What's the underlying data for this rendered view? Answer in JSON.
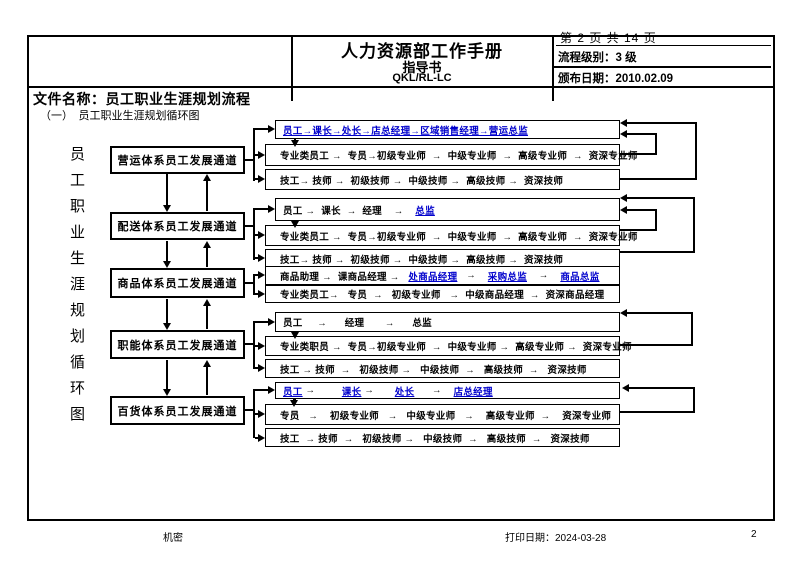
{
  "header": {
    "title": "人力资源部工作手册",
    "subtitle": "指导书",
    "doc_code": "QKL/RL-LC",
    "page_info": "第 2 页 共 14 页",
    "process_level": "流程级别：3 级",
    "issue_date": "颁布日期：2010.02.09"
  },
  "document": {
    "file_name": "文件名称：员工职业生涯规划流程",
    "section_heading": "（一）　员工职业生涯规划循环图"
  },
  "vertical_title": [
    "员",
    "工",
    "职",
    "业",
    "生",
    "涯",
    "规",
    "划",
    "循",
    "环",
    "图"
  ],
  "link_color": "#0000cc",
  "groups": [
    {
      "channel": "营运体系员工发展通道",
      "rows": [
        {
          "segments": [
            {
              "text": "员工→课长→处长→店总经理→区域销售经理→营运总监",
              "link": true
            }
          ]
        },
        {
          "segments": [
            {
              "text": "专业类员工 →  专员→初级专业师  →  中级专业师  →  高级专业师  →  资深专业师",
              "link": false
            }
          ]
        },
        {
          "segments": [
            {
              "text": "技工→ 技师 →  初级技师 →  中级技师 →  高级技师 →  资深技师",
              "link": false
            }
          ]
        }
      ]
    },
    {
      "channel": "配送体系员工发展通道",
      "rows": [
        {
          "segments": [
            {
              "text": "员工 →  课长  →  经理    →    ",
              "link": false
            },
            {
              "text": "总监",
              "link": true
            }
          ]
        },
        {
          "segments": [
            {
              "text": "专业类员工 →  专员→初级专业师  →  中级专业师  →  高级专业师  →  资深专业师",
              "link": false
            }
          ]
        },
        {
          "segments": [
            {
              "text": "技工→ 技师 →  初级技师 →  中级技师 →  高级技师 →  资深技师",
              "link": false
            }
          ]
        }
      ]
    },
    {
      "channel": "商品体系员工发展通道",
      "rows": [
        {
          "segments": [
            {
              "text": "商品助理 →  课商品经理 →   ",
              "link": false
            },
            {
              "text": "处商品经理",
              "link": true
            },
            {
              "text": "   →    ",
              "link": false
            },
            {
              "text": "采购总监",
              "link": true
            },
            {
              "text": "    →    ",
              "link": false
            },
            {
              "text": "商品总监",
              "link": true
            }
          ]
        },
        {
          "segments": [
            {
              "text": "专业类员工→   专员  →   初级专业师   →  中级商品经理  →  资深商品经理",
              "link": false
            }
          ]
        }
      ]
    },
    {
      "channel": "职能体系员工发展通道",
      "rows": [
        {
          "segments": [
            {
              "text": "员工     →      经理       →      总监",
              "link": false
            }
          ]
        },
        {
          "segments": [
            {
              "text": "专业类职员 →  专员→初级专业师  →  中级专业师 →  高级专业师 →  资深专业师",
              "link": false
            }
          ]
        },
        {
          "segments": [
            {
              "text": "技工 → 技师  →   初级技师 →   中级技师  →   高级技师  →   资深技师",
              "link": false
            }
          ]
        }
      ]
    },
    {
      "channel": "百货体系员工发展通道",
      "rows": [
        {
          "segments": [
            {
              "text": "员工",
              "link": true
            },
            {
              "text": " →         ",
              "link": false
            },
            {
              "text": "课长",
              "link": true
            },
            {
              "text": " →       ",
              "link": false
            },
            {
              "text": "处长",
              "link": true
            },
            {
              "text": "      →    ",
              "link": false
            },
            {
              "text": "店总经理",
              "link": true
            }
          ]
        },
        {
          "segments": [
            {
              "text": "专员   →    初级专业师   →   中级专业师   →    高级专业师  →    资深专业师",
              "link": false
            }
          ]
        },
        {
          "segments": [
            {
              "text": "技工  → 技师  →   初级技师 →   中级技师  →   高级技师  →   资深技师",
              "link": false
            }
          ]
        }
      ]
    }
  ],
  "footer": {
    "confidential": "机密",
    "print_date": "打印日期：2024-03-28",
    "page_number": "2"
  }
}
